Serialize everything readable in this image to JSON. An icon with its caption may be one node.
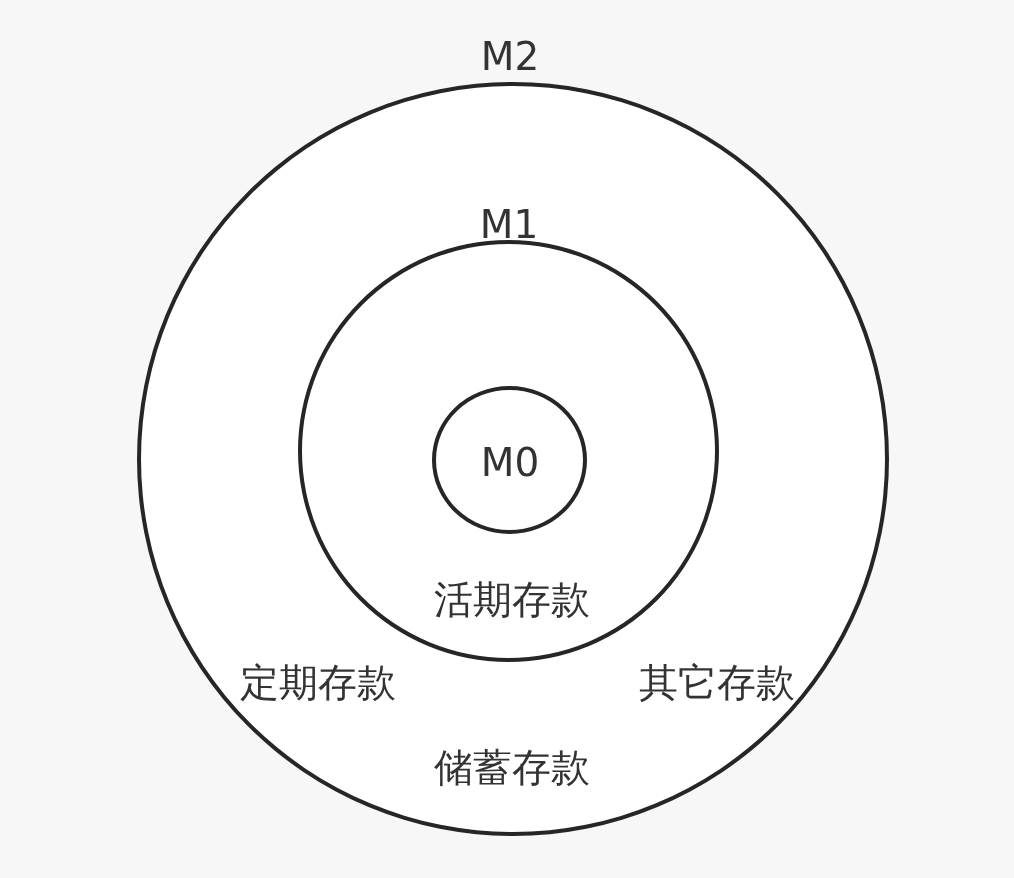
{
  "diagram": {
    "nodes": [
      {
        "text": [
          "M2",
          "定期存款",
          "其它存款",
          "储蓄存款"
        ]
      },
      {
        "text": [
          "M1",
          "活期存款"
        ],
        "in": 0
      },
      {
        "text": [
          "M0"
        ],
        "in": 1
      }
    ]
  }
}
